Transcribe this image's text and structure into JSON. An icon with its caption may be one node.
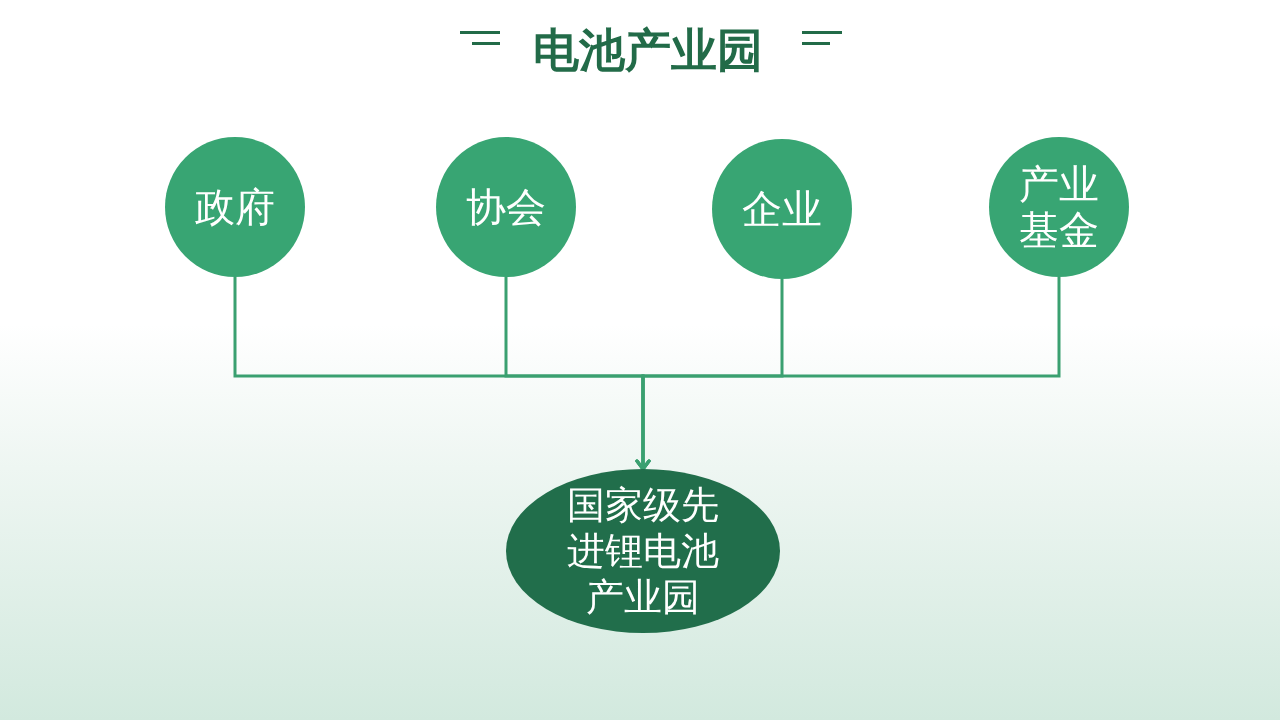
{
  "diagram": {
    "title": "电池产业园",
    "nodes": [
      {
        "text": [
          "政府"
        ]
      },
      {
        "text": [
          "协会"
        ]
      },
      {
        "text": [
          "企业"
        ]
      },
      {
        "text": [
          "产业基金"
        ]
      },
      {
        "text": [
          "国家级先进锂电池产业园"
        ]
      }
    ],
    "edges": [
      {
        "from": 0,
        "to": 4,
        "arrow": "to"
      },
      {
        "from": 1,
        "to": 4,
        "arrow": "to"
      },
      {
        "from": 2,
        "to": 4,
        "arrow": "to"
      },
      {
        "from": 3,
        "to": 4,
        "arrow": "to"
      }
    ]
  }
}
